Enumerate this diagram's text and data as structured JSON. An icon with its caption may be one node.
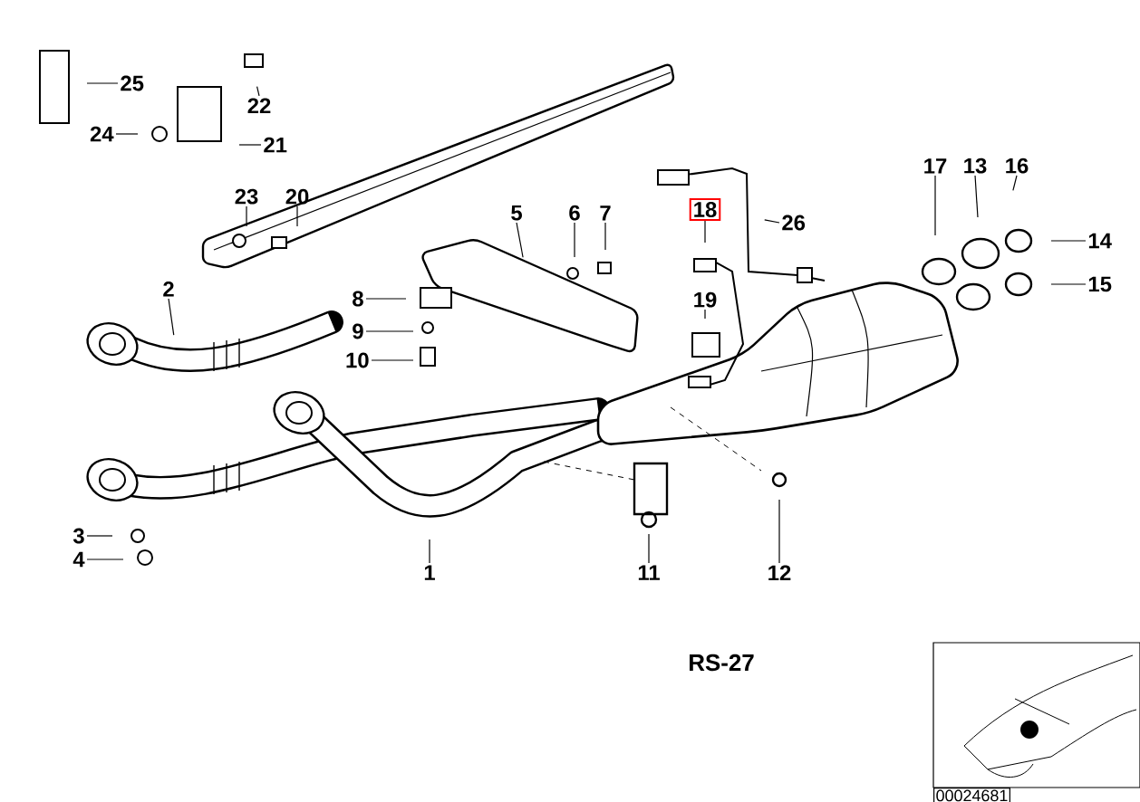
{
  "diagram": {
    "nodes": [
      {
        "text": [
          "1"
        ]
      },
      {
        "text": [
          "2"
        ]
      },
      {
        "text": [
          "3"
        ]
      },
      {
        "text": [
          "4"
        ]
      },
      {
        "text": [
          "5"
        ]
      },
      {
        "text": [
          "6"
        ]
      },
      {
        "text": [
          "7"
        ]
      },
      {
        "text": [
          "8"
        ]
      },
      {
        "text": [
          "9"
        ]
      },
      {
        "text": [
          "10"
        ]
      },
      {
        "text": [
          "11"
        ]
      },
      {
        "text": [
          "12"
        ]
      },
      {
        "text": [
          "13"
        ]
      },
      {
        "text": [
          "14"
        ]
      },
      {
        "text": [
          "15"
        ]
      },
      {
        "text": [
          "16"
        ]
      },
      {
        "text": [
          "17"
        ]
      },
      {
        "text": [
          "18"
        ]
      },
      {
        "text": [
          "19"
        ]
      },
      {
        "text": [
          "20"
        ]
      },
      {
        "text": [
          "21"
        ]
      },
      {
        "text": [
          "22"
        ]
      },
      {
        "text": [
          "23"
        ]
      },
      {
        "text": [
          "24"
        ]
      },
      {
        "text": [
          "25"
        ]
      },
      {
        "text": [
          "26"
        ]
      }
    ],
    "edges": [
      {
        "from": 0,
        "to": null,
        "arrow": "none"
      },
      {
        "from": 1,
        "to": null,
        "arrow": "none"
      },
      {
        "from": 2,
        "to": null,
        "arrow": "none"
      },
      {
        "from": 3,
        "to": null,
        "arrow": "none"
      },
      {
        "from": 4,
        "to": null,
        "arrow": "none"
      },
      {
        "from": 5,
        "to": null,
        "arrow": "none"
      },
      {
        "from": 6,
        "to": null,
        "arrow": "none"
      },
      {
        "from": 7,
        "to": null,
        "arrow": "none"
      },
      {
        "from": 8,
        "to": null,
        "arrow": "none"
      },
      {
        "from": 9,
        "to": null,
        "arrow": "none"
      },
      {
        "from": 10,
        "to": null,
        "arrow": "none"
      },
      {
        "from": 11,
        "to": null,
        "arrow": "none"
      },
      {
        "from": 12,
        "to": null,
        "arrow": "none"
      },
      {
        "from": 13,
        "to": null,
        "arrow": "none"
      },
      {
        "from": 14,
        "to": null,
        "arrow": "none"
      },
      {
        "from": 15,
        "to": null,
        "arrow": "none"
      },
      {
        "from": 16,
        "to": null,
        "arrow": "none"
      },
      {
        "from": 17,
        "to": null,
        "arrow": "none"
      },
      {
        "from": 18,
        "to": null,
        "arrow": "none"
      },
      {
        "from": 19,
        "to": null,
        "arrow": "none"
      },
      {
        "from": 20,
        "to": null,
        "arrow": "none"
      },
      {
        "from": 21,
        "to": null,
        "arrow": "none"
      },
      {
        "from": 22,
        "to": null,
        "arrow": "none"
      },
      {
        "from": 23,
        "to": null,
        "arrow": "none"
      },
      {
        "from": 24,
        "to": null,
        "arrow": "none"
      },
      {
        "from": 25,
        "to": null,
        "arrow": "none"
      }
    ],
    "labels": [
      "RS-27",
      "00024681"
    ]
  }
}
